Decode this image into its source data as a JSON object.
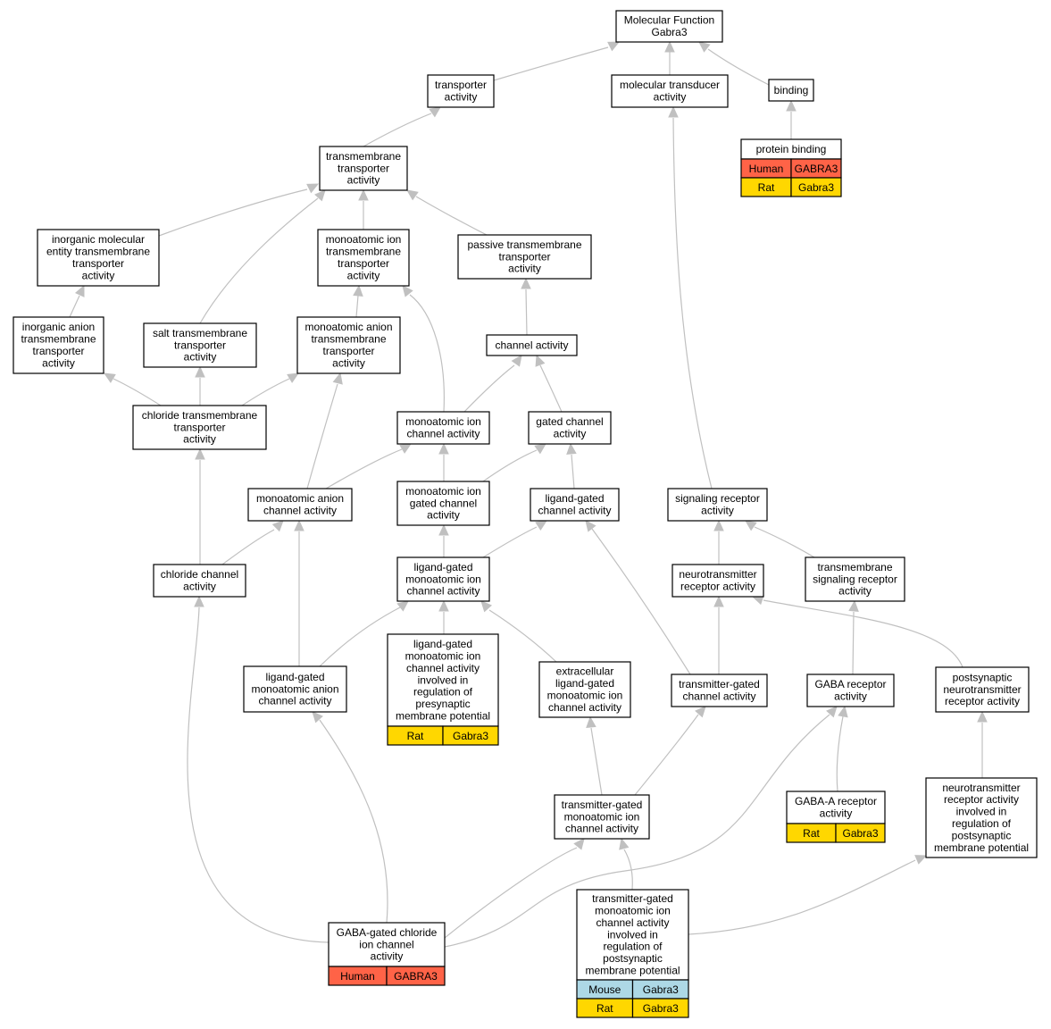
{
  "colors": {
    "edge": "#c0c0c0",
    "human": "#ff6347",
    "rat": "#ffd700",
    "mouse": "#add8e6"
  },
  "nodes": {
    "molecular_function": [
      "Molecular Function",
      "Gabra3"
    ],
    "transporter_activity": [
      "transporter",
      "activity"
    ],
    "molecular_transducer": [
      "molecular transducer",
      "activity"
    ],
    "binding": [
      "binding"
    ],
    "protein_binding": [
      "protein binding"
    ],
    "transmembrane_transporter": [
      "transmembrane",
      "transporter",
      "activity"
    ],
    "inorganic_molecular": [
      "inorganic molecular",
      "entity transmembrane",
      "transporter",
      "activity"
    ],
    "monoatomic_ion_tm": [
      "monoatomic ion",
      "transmembrane",
      "transporter",
      "activity"
    ],
    "passive_tm": [
      "passive transmembrane",
      "transporter",
      "activity"
    ],
    "inorganic_anion": [
      "inorganic anion",
      "transmembrane",
      "transporter",
      "activity"
    ],
    "salt_tm": [
      "salt transmembrane",
      "transporter",
      "activity"
    ],
    "monoatomic_anion_tm": [
      "monoatomic anion",
      "transmembrane",
      "transporter",
      "activity"
    ],
    "channel_activity": [
      "channel activity"
    ],
    "chloride_tm": [
      "chloride transmembrane",
      "transporter",
      "activity"
    ],
    "monoatomic_ion_channel": [
      "monoatomic ion",
      "channel activity"
    ],
    "gated_channel": [
      "gated channel",
      "activity"
    ],
    "monoatomic_anion_channel": [
      "monoatomic anion",
      "channel activity"
    ],
    "monoatomic_ion_gated": [
      "monoatomic ion",
      "gated channel",
      "activity"
    ],
    "ligand_gated_channel": [
      "ligand-gated",
      "channel activity"
    ],
    "signaling_receptor": [
      "signaling receptor",
      "activity"
    ],
    "chloride_channel": [
      "chloride channel",
      "activity"
    ],
    "ligand_gated_monoatomic": [
      "ligand-gated",
      "monoatomic ion",
      "channel activity"
    ],
    "neurotransmitter_receptor": [
      "neurotransmitter",
      "receptor activity"
    ],
    "tm_signaling_receptor": [
      "transmembrane",
      "signaling receptor",
      "activity"
    ],
    "ligand_gated_anion": [
      "ligand-gated",
      "monoatomic anion",
      "channel activity"
    ],
    "lg_presynaptic": [
      "ligand-gated",
      "monoatomic ion",
      "channel activity",
      "involved in",
      "regulation of",
      "presynaptic",
      "membrane potential"
    ],
    "extracellular_lg": [
      "extracellular",
      "ligand-gated",
      "monoatomic ion",
      "channel activity"
    ],
    "transmitter_gated_channel": [
      "transmitter-gated",
      "channel activity"
    ],
    "gaba_receptor": [
      "GABA receptor",
      "activity"
    ],
    "postsynaptic_receptor": [
      "postsynaptic",
      "neurotransmitter",
      "receptor activity"
    ],
    "transmitter_gated_monoatomic": [
      "transmitter-gated",
      "monoatomic ion",
      "channel activity"
    ],
    "gaba_a_receptor": [
      "GABA-A receptor",
      "activity"
    ],
    "nt_postsynaptic": [
      "neurotransmitter",
      "receptor activity",
      "involved in",
      "regulation of",
      "postsynaptic",
      "membrane potential"
    ],
    "gaba_gated_chloride": [
      "GABA-gated chloride",
      "ion channel",
      "activity"
    ],
    "tg_postsynaptic": [
      "transmitter-gated",
      "monoatomic ion",
      "channel activity",
      "involved in",
      "regulation of",
      "postsynaptic",
      "membrane potential"
    ]
  },
  "annotations": {
    "protein_binding": [
      [
        "Human",
        "GABRA3",
        "human"
      ],
      [
        "Rat",
        "Gabra3",
        "rat"
      ]
    ],
    "lg_presynaptic": [
      [
        "Rat",
        "Gabra3",
        "rat"
      ]
    ],
    "gaba_a_receptor": [
      [
        "Rat",
        "Gabra3",
        "rat"
      ]
    ],
    "gaba_gated_chloride": [
      [
        "Human",
        "GABRA3",
        "human"
      ]
    ],
    "tg_postsynaptic": [
      [
        "Mouse",
        "Gabra3",
        "mouse"
      ],
      [
        "Rat",
        "Gabra3",
        "rat"
      ]
    ]
  }
}
